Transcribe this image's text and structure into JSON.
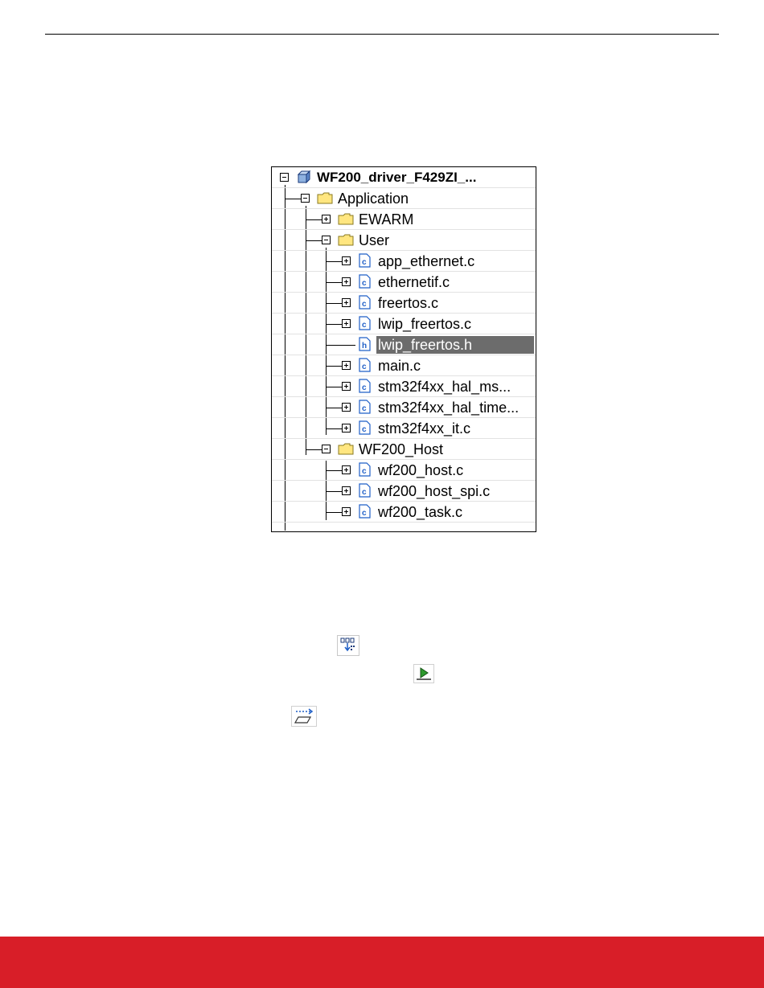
{
  "workspace_tree": {
    "root": {
      "label": "WF200_driver_F429ZI_...",
      "icon": "project-cube-icon"
    },
    "nodes": [
      {
        "label": "Application",
        "icon": "folder-icon",
        "expander": "collapse"
      },
      {
        "label": "EWARM",
        "icon": "folder-icon",
        "expander": "expand"
      },
      {
        "label": "User",
        "icon": "folder-icon",
        "expander": "collapse"
      },
      {
        "label": "app_ethernet.c",
        "icon": "c-file-icon",
        "expander": "expand"
      },
      {
        "label": "ethernetif.c",
        "icon": "c-file-icon",
        "expander": "expand"
      },
      {
        "label": "freertos.c",
        "icon": "c-file-icon",
        "expander": "expand"
      },
      {
        "label": "lwip_freertos.c",
        "icon": "c-file-icon",
        "expander": "expand"
      },
      {
        "label": "lwip_freertos.h",
        "icon": "h-file-icon",
        "expander": "none",
        "selected": true
      },
      {
        "label": "main.c",
        "icon": "c-file-icon",
        "expander": "expand"
      },
      {
        "label": "stm32f4xx_hal_ms...",
        "icon": "c-file-icon",
        "expander": "expand"
      },
      {
        "label": "stm32f4xx_hal_time...",
        "icon": "c-file-icon",
        "expander": "expand"
      },
      {
        "label": "stm32f4xx_it.c",
        "icon": "c-file-icon",
        "expander": "expand"
      },
      {
        "label": "WF200_Host",
        "icon": "folder-icon",
        "expander": "collapse"
      },
      {
        "label": "wf200_host.c",
        "icon": "c-file-icon",
        "expander": "expand"
      },
      {
        "label": "wf200_host_spi.c",
        "icon": "c-file-icon",
        "expander": "expand"
      },
      {
        "label": "wf200_task.c",
        "icon": "c-file-icon",
        "expander": "expand"
      }
    ]
  },
  "inline_icons": [
    "make-icon",
    "download-and-debug-icon",
    "step-over-icon"
  ],
  "colors": {
    "footer_brand": "#d81e28",
    "selection": "#6c6c6c",
    "folder_fill": "#ffe680",
    "file_icon_blue": "#1f5fc7"
  }
}
